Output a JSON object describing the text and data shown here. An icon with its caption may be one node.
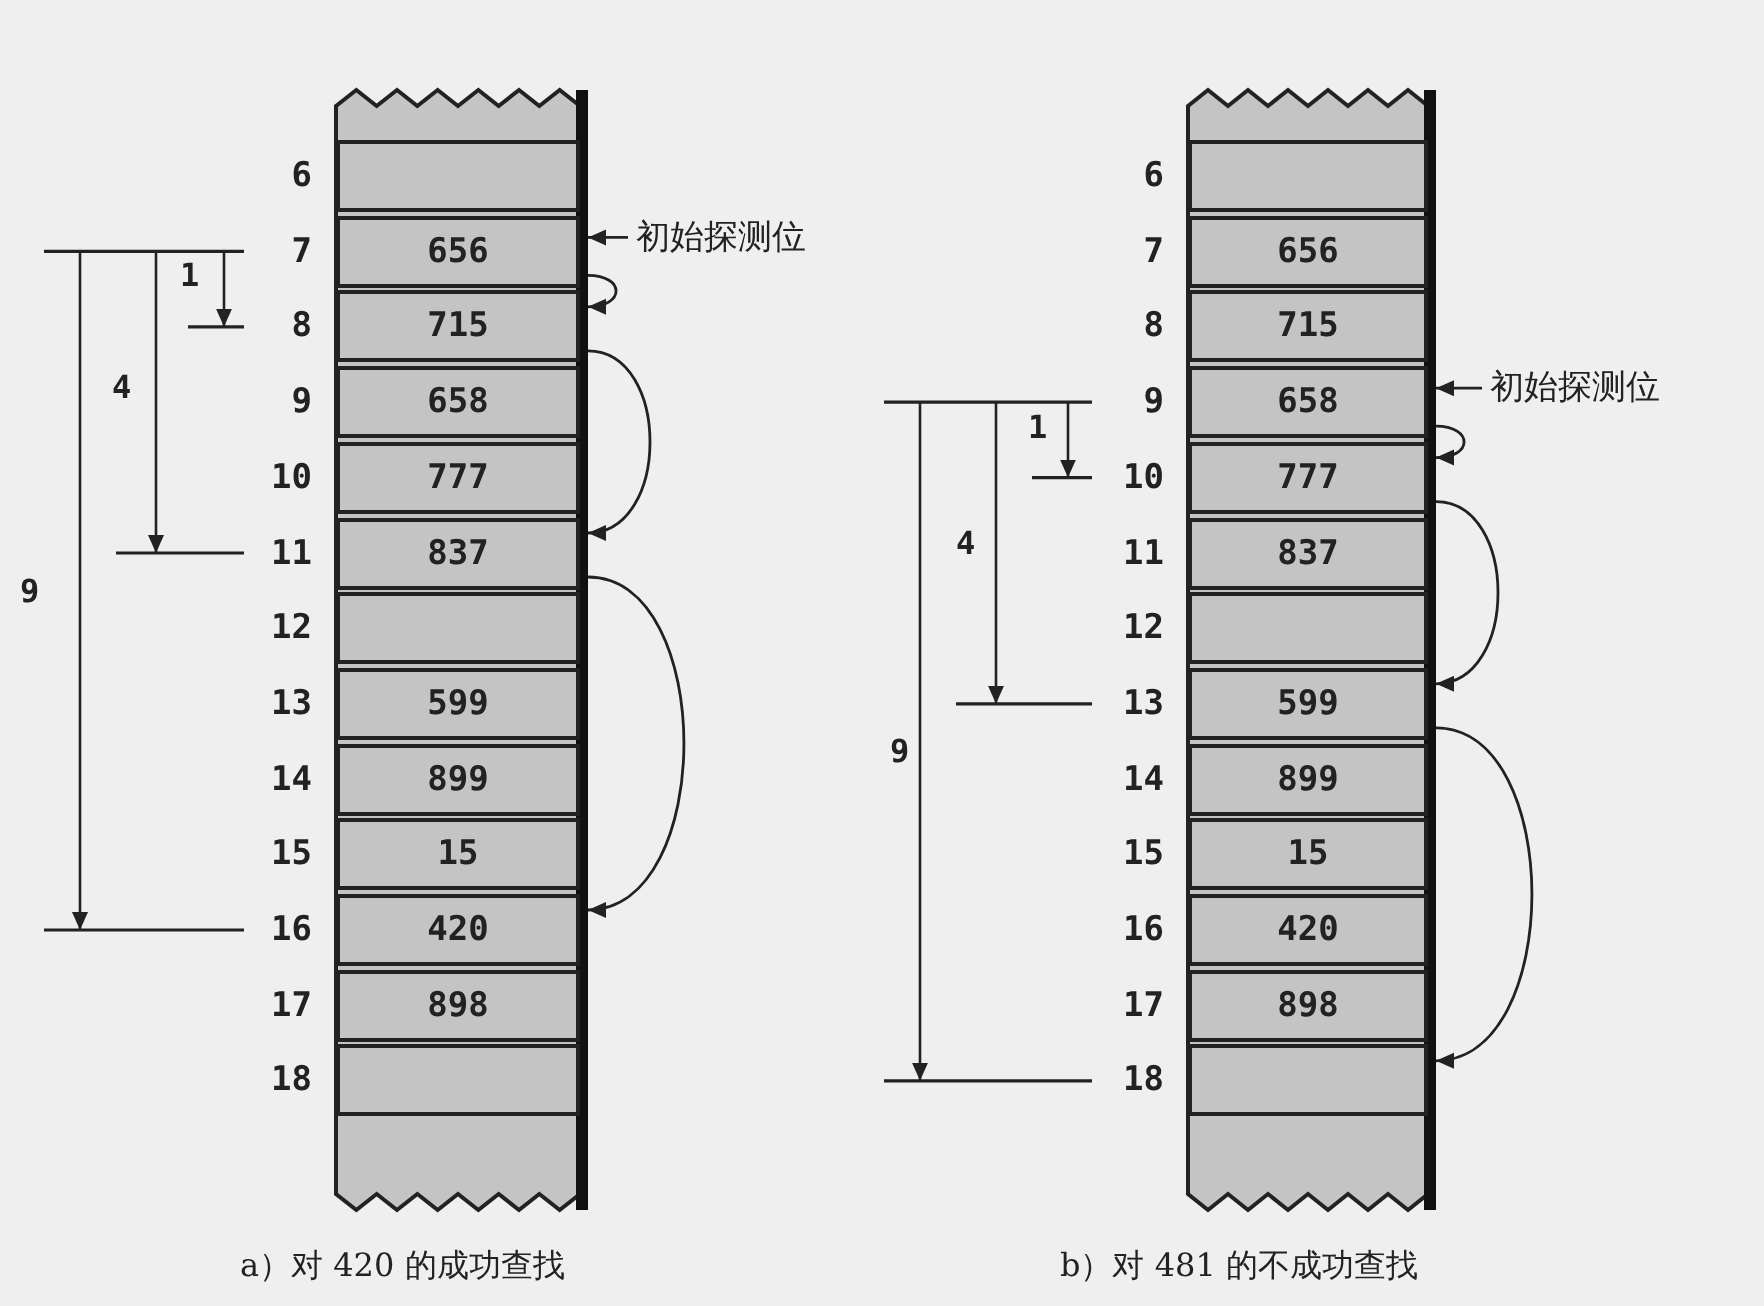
{
  "diagram": {
    "nodes": [
      {
        "text": [],
        "shape": "box",
        "beside": [
          "6"
        ]
      },
      {
        "text": [
          "656"
        ],
        "beside": [
          "7"
        ]
      },
      {
        "text": [
          "715"
        ],
        "beside": [
          "8"
        ]
      },
      {
        "text": [
          "658"
        ],
        "beside": [
          "9"
        ]
      },
      {
        "text": [
          "777"
        ],
        "beside": [
          "10"
        ]
      },
      {
        "text": [
          "837"
        ],
        "beside": [
          "11"
        ]
      },
      {
        "text": [],
        "shape": "box",
        "beside": [
          "12"
        ]
      },
      {
        "text": [
          "599"
        ],
        "beside": [
          "13"
        ]
      },
      {
        "text": [
          "899"
        ],
        "beside": [
          "14"
        ]
      },
      {
        "text": [
          "15"
        ],
        "beside": [
          "15"
        ]
      },
      {
        "text": [
          "420"
        ],
        "beside": [
          "16"
        ]
      },
      {
        "text": [
          "898"
        ],
        "beside": [
          "17"
        ]
      },
      {
        "text": [],
        "shape": "box",
        "beside": [
          "18"
        ]
      },
      {
        "text": [
          "初始探测位"
        ]
      },
      {
        "text": [],
        "shape": "box",
        "beside": [
          "6"
        ]
      },
      {
        "text": [
          "656"
        ],
        "beside": [
          "7"
        ]
      },
      {
        "text": [
          "715"
        ],
        "beside": [
          "8"
        ]
      },
      {
        "text": [
          "658"
        ],
        "beside": [
          "9"
        ]
      },
      {
        "text": [
          "777"
        ],
        "beside": [
          "10"
        ]
      },
      {
        "text": [
          "837"
        ],
        "beside": [
          "11"
        ]
      },
      {
        "text": [],
        "shape": "box",
        "beside": [
          "12"
        ]
      },
      {
        "text": [
          "599"
        ],
        "beside": [
          "13"
        ]
      },
      {
        "text": [
          "899"
        ],
        "beside": [
          "14"
        ]
      },
      {
        "text": [
          "15"
        ],
        "beside": [
          "15"
        ]
      },
      {
        "text": [
          "420"
        ],
        "beside": [
          "16"
        ]
      },
      {
        "text": [
          "898"
        ],
        "beside": [
          "17"
        ]
      },
      {
        "text": [],
        "shape": "box",
        "beside": [
          "18"
        ]
      },
      {
        "text": [
          "初始探测位"
        ]
      }
    ],
    "edges": [
      {
        "from": 13,
        "to": 1,
        "arrow": "to"
      },
      {
        "from": 1,
        "to": 2,
        "arrow": "to"
      },
      {
        "from": 2,
        "to": 5,
        "arrow": "to"
      },
      {
        "from": 5,
        "to": 10,
        "arrow": "to"
      },
      {
        "from": 27,
        "to": 17,
        "arrow": "to"
      },
      {
        "from": 17,
        "to": 18,
        "arrow": "to"
      },
      {
        "from": 18,
        "to": 21,
        "arrow": "to"
      },
      {
        "from": 21,
        "to": 26,
        "arrow": "to"
      }
    ],
    "labels": [
      "1",
      "4",
      "9",
      "1",
      "4",
      "9",
      "a）对 420 的成功查找",
      "b）对 481 的不成功查找"
    ]
  }
}
